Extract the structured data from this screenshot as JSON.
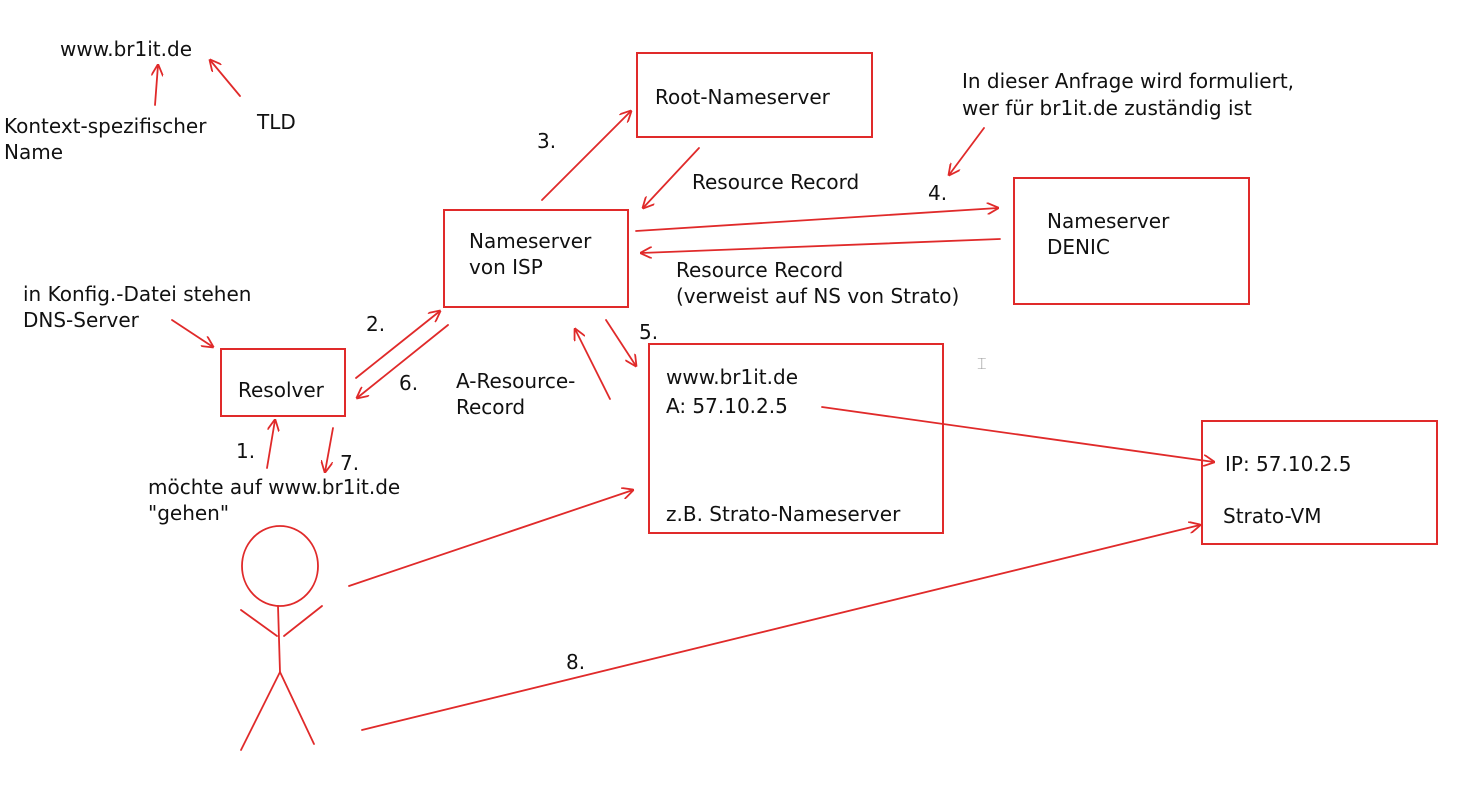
{
  "domain_notes": {
    "domain_name": "www.br1it.de",
    "context_label": "Kontext-spezifischer",
    "context_label_line2": "Name",
    "tld_label": "TLD",
    "config_note_line1": "in Konfig.-Datei stehen",
    "config_note_line2": "DNS-Server",
    "query_note_line1": "In dieser Anfrage wird formuliert,",
    "query_note_line2": "wer für br1it.de zuständig ist"
  },
  "boxes": {
    "root": {
      "label": "Root-Nameserver"
    },
    "isp": {
      "line1": "Nameserver",
      "line2": "von ISP"
    },
    "denic": {
      "line1": "Nameserver",
      "line2": "DENIC"
    },
    "resolver": {
      "label": "Resolver"
    },
    "strato_ns": {
      "line1": "www.br1it.de",
      "line2": "A: 57.10.2.5",
      "line3": "z.B. Strato-Nameserver"
    },
    "strato_vm": {
      "line1": "IP: 57.10.2.5",
      "line2": "Strato-VM"
    }
  },
  "edge_labels": {
    "resource_record_1": "Resource Record",
    "resource_record_2_line1": "Resource Record",
    "resource_record_2_line2": "(verweist auf NS von Strato)",
    "a_record_line1": "A-Resource-",
    "a_record_line2": "Record",
    "user_intent_line1": "möchte auf www.br1it.de",
    "user_intent_line2": "\"gehen\""
  },
  "steps": {
    "s1": "1.",
    "s2": "2.",
    "s3": "3.",
    "s4": "4.",
    "s5": "5.",
    "s6": "6.",
    "s7": "7.",
    "s8": "8."
  },
  "colors": {
    "stroke": "#e02a2a",
    "text": "#111111",
    "background": "#ffffff"
  },
  "icons": {
    "user": "stick-figure-icon",
    "cursor": "text-cursor-icon"
  }
}
